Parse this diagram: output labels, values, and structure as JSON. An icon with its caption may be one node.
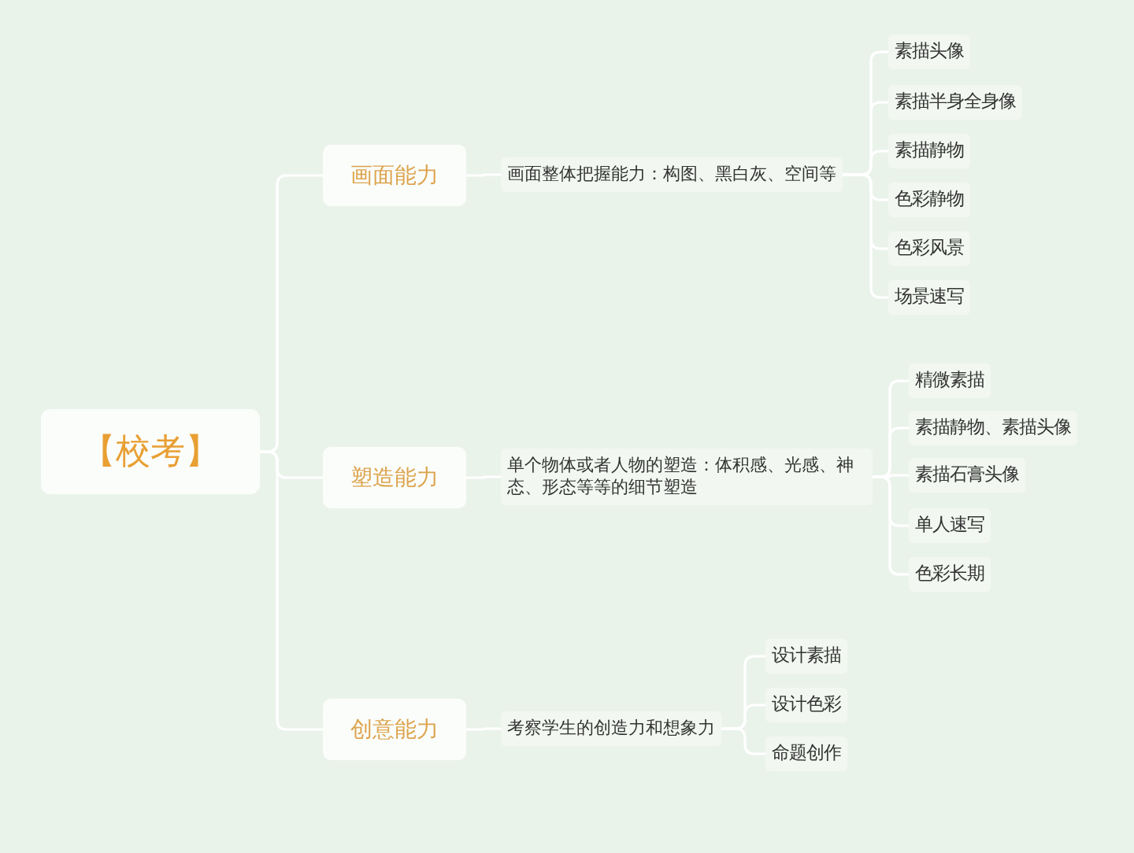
{
  "diagram": {
    "nodes": [
      {
        "text": [
          "【校考】"
        ]
      },
      {
        "text": [
          "画面能力"
        ]
      },
      {
        "text": [
          "画面整体把握能力：构图、黑白灰、空间等"
        ]
      },
      {
        "text": [
          "素描头像"
        ]
      },
      {
        "text": [
          "素描半身全身像"
        ]
      },
      {
        "text": [
          "素描静物"
        ]
      },
      {
        "text": [
          "色彩静物"
        ]
      },
      {
        "text": [
          "色彩风景"
        ]
      },
      {
        "text": [
          "场景速写"
        ]
      },
      {
        "text": [
          "塑造能力"
        ]
      },
      {
        "text": [
          "单个物体或者人物的塑造：体积感、光感、神态、形态等等的细节塑造"
        ]
      },
      {
        "text": [
          "精微素描"
        ]
      },
      {
        "text": [
          "素描静物、素描头像"
        ]
      },
      {
        "text": [
          "素描石膏头像"
        ]
      },
      {
        "text": [
          "单人速写"
        ]
      },
      {
        "text": [
          "色彩长期"
        ]
      },
      {
        "text": [
          "创意能力"
        ]
      },
      {
        "text": [
          "考察学生的创造力和想象力"
        ]
      },
      {
        "text": [
          "设计素描"
        ]
      },
      {
        "text": [
          "设计色彩"
        ]
      },
      {
        "text": [
          "命题创作"
        ]
      }
    ],
    "edges": [
      {
        "from": 0,
        "to": 1,
        "arrow": "none"
      },
      {
        "from": 0,
        "to": 9,
        "arrow": "none"
      },
      {
        "from": 0,
        "to": 16,
        "arrow": "none"
      },
      {
        "from": 1,
        "to": 2,
        "arrow": "none"
      },
      {
        "from": 2,
        "to": 3,
        "arrow": "none"
      },
      {
        "from": 2,
        "to": 4,
        "arrow": "none"
      },
      {
        "from": 2,
        "to": 5,
        "arrow": "none"
      },
      {
        "from": 2,
        "to": 6,
        "arrow": "none"
      },
      {
        "from": 2,
        "to": 7,
        "arrow": "none"
      },
      {
        "from": 2,
        "to": 8,
        "arrow": "none"
      },
      {
        "from": 9,
        "to": 10,
        "arrow": "none"
      },
      {
        "from": 10,
        "to": 11,
        "arrow": "none"
      },
      {
        "from": 10,
        "to": 12,
        "arrow": "none"
      },
      {
        "from": 10,
        "to": 13,
        "arrow": "none"
      },
      {
        "from": 10,
        "to": 14,
        "arrow": "none"
      },
      {
        "from": 10,
        "to": 15,
        "arrow": "none"
      },
      {
        "from": 16,
        "to": 17,
        "arrow": "none"
      },
      {
        "from": 17,
        "to": 18,
        "arrow": "none"
      },
      {
        "from": 17,
        "to": 19,
        "arrow": "none"
      },
      {
        "from": 17,
        "to": 20,
        "arrow": "none"
      }
    ]
  }
}
